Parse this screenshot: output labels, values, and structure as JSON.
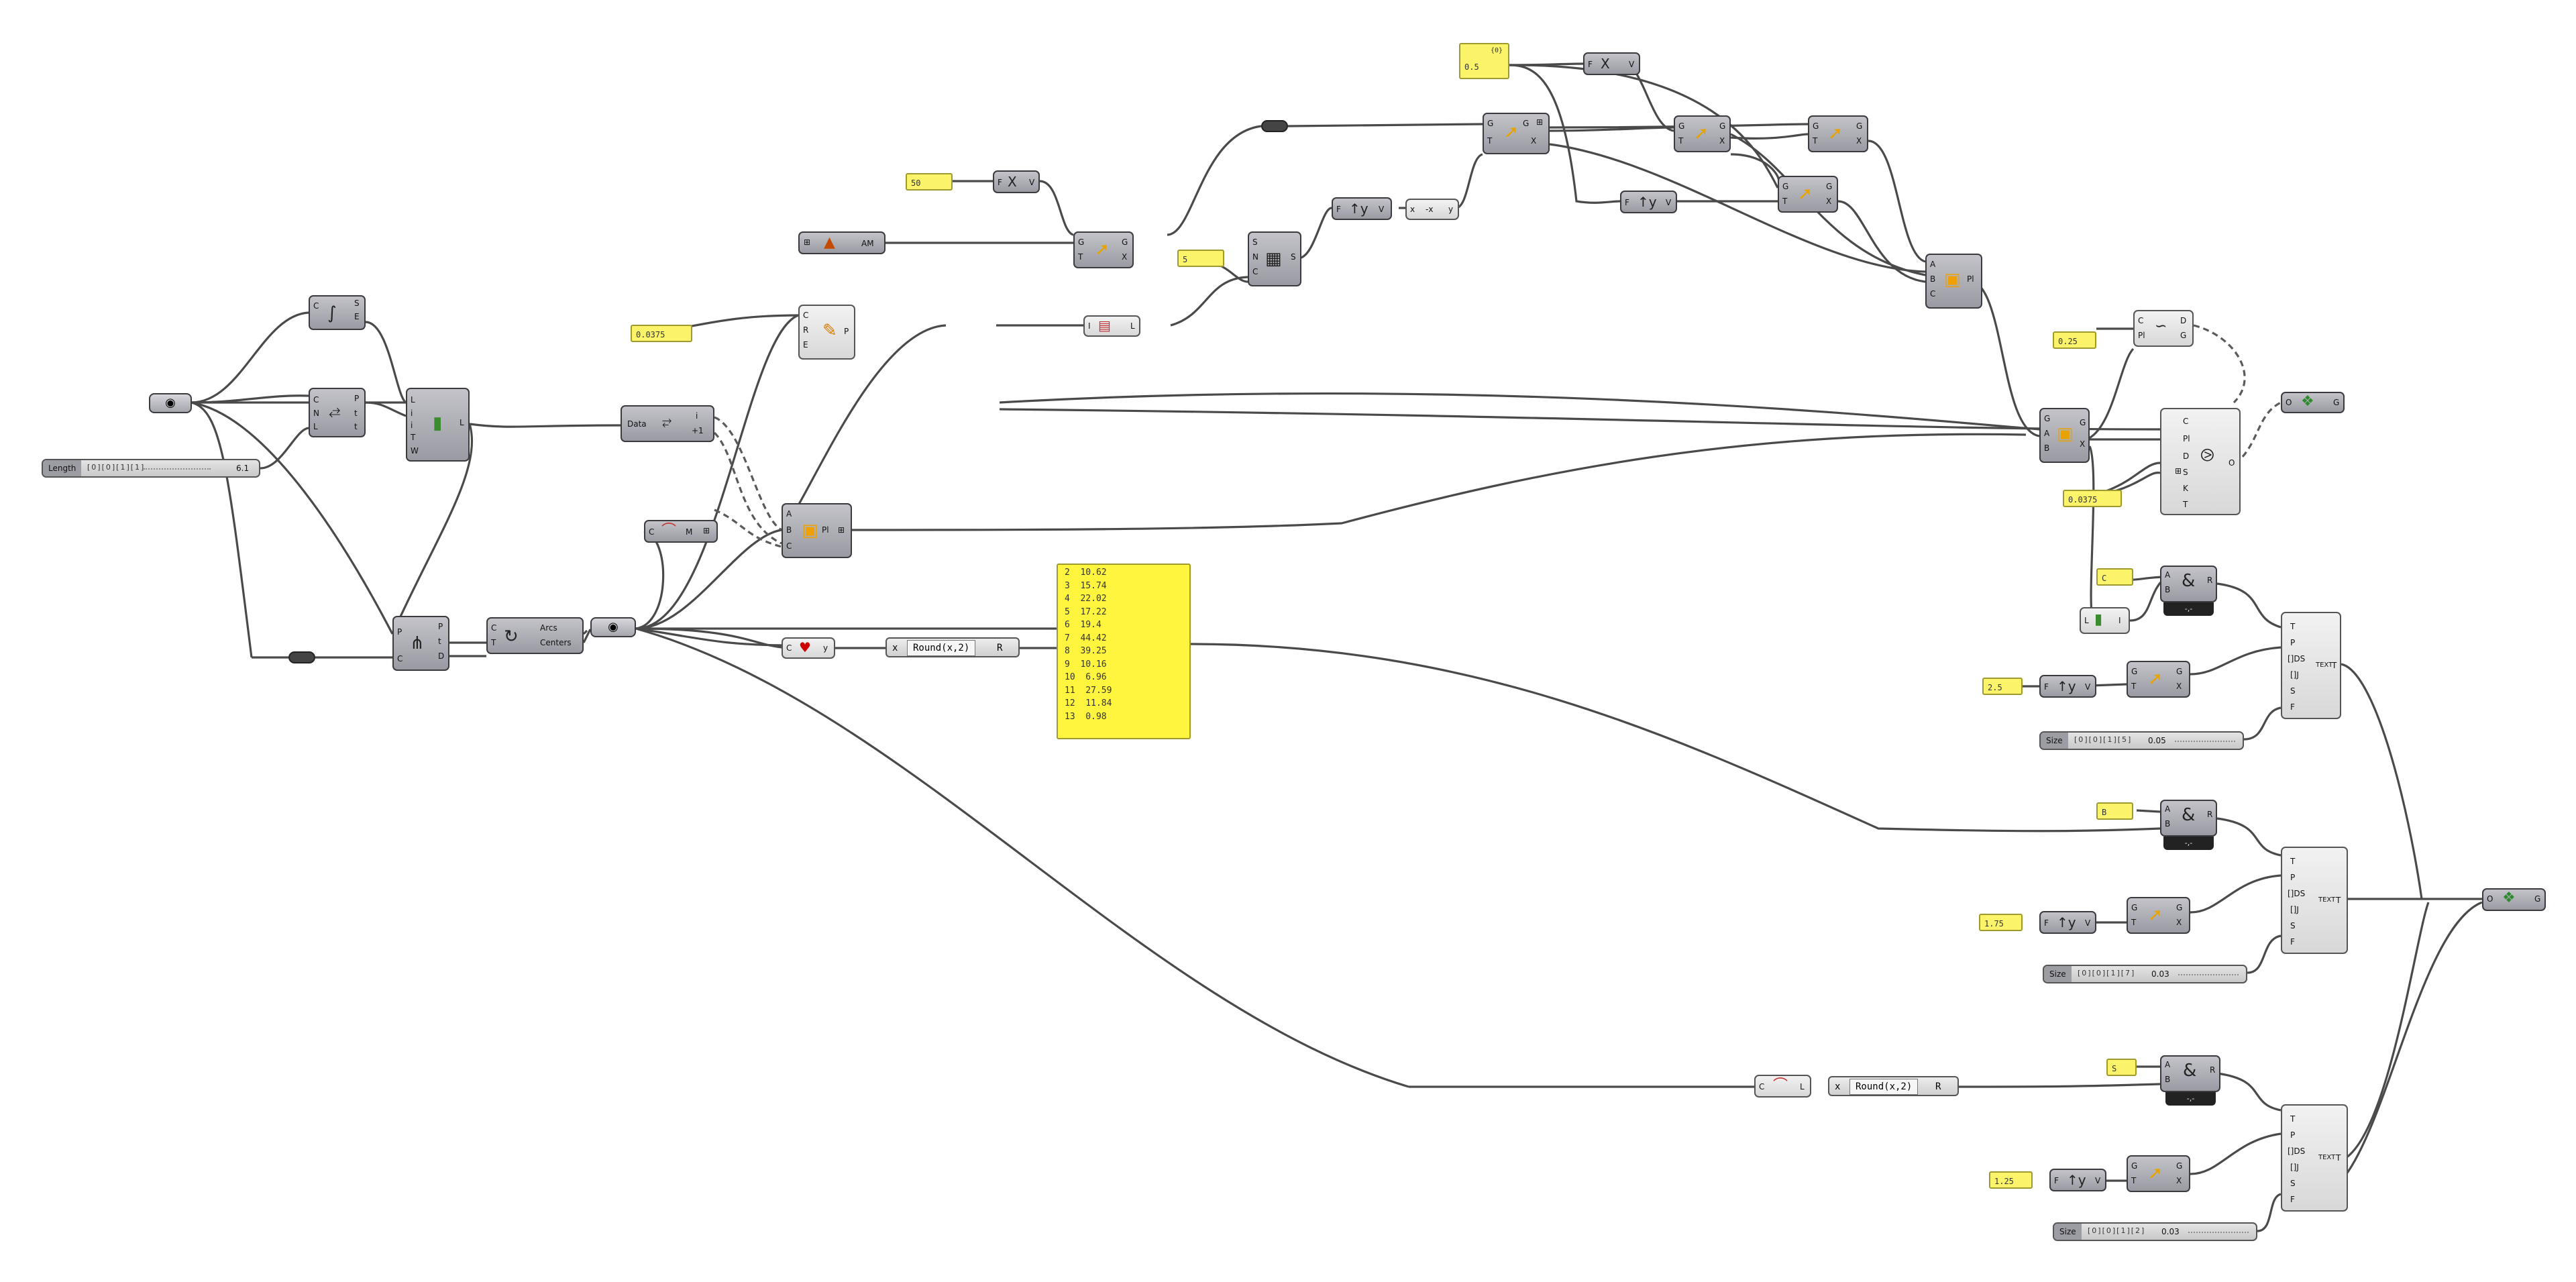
{
  "sliders": {
    "length": {
      "name": "Length",
      "value": "6.1"
    },
    "size1": {
      "name": "Size",
      "value": "0.05"
    },
    "size2": {
      "name": "Size",
      "value": "0.03"
    },
    "size3": {
      "name": "Size",
      "value": "0.03"
    }
  },
  "panels": {
    "p50": "50",
    "p_top": "0.5",
    "p_top_header": "{0}",
    "p5": "5",
    "p0375_a": "0.0375",
    "p025": "0.25",
    "p0375_b": "0.0375",
    "pc": "C",
    "p25": "2.5",
    "pb": "B",
    "p175": "1.75",
    "ps": "S",
    "p125": "1.25"
  },
  "table": {
    "rows": [
      "2  10.62",
      "3  15.74",
      "4  22.02",
      "5  17.22",
      "6  19.4",
      "7  44.42",
      "8  39.25",
      "9  10.16",
      "10  6.96",
      "11  27.59",
      "12  11.84",
      "13  0.98"
    ]
  },
  "expressions": {
    "round1": {
      "left": "x",
      "expr": "Round(x,2)",
      "right": "R"
    },
    "round2": {
      "left": "x",
      "expr": "Round(x,2)",
      "right": "R"
    }
  },
  "labels": {
    "data": "Data",
    "arcs": "Arcs",
    "centers": "Centers",
    "am": "AM",
    "text": "TEXT",
    "i": "i",
    "plus1": "+1"
  },
  "icons": {
    "param": "disc-param-icon",
    "preview": "custom-preview-icon"
  }
}
